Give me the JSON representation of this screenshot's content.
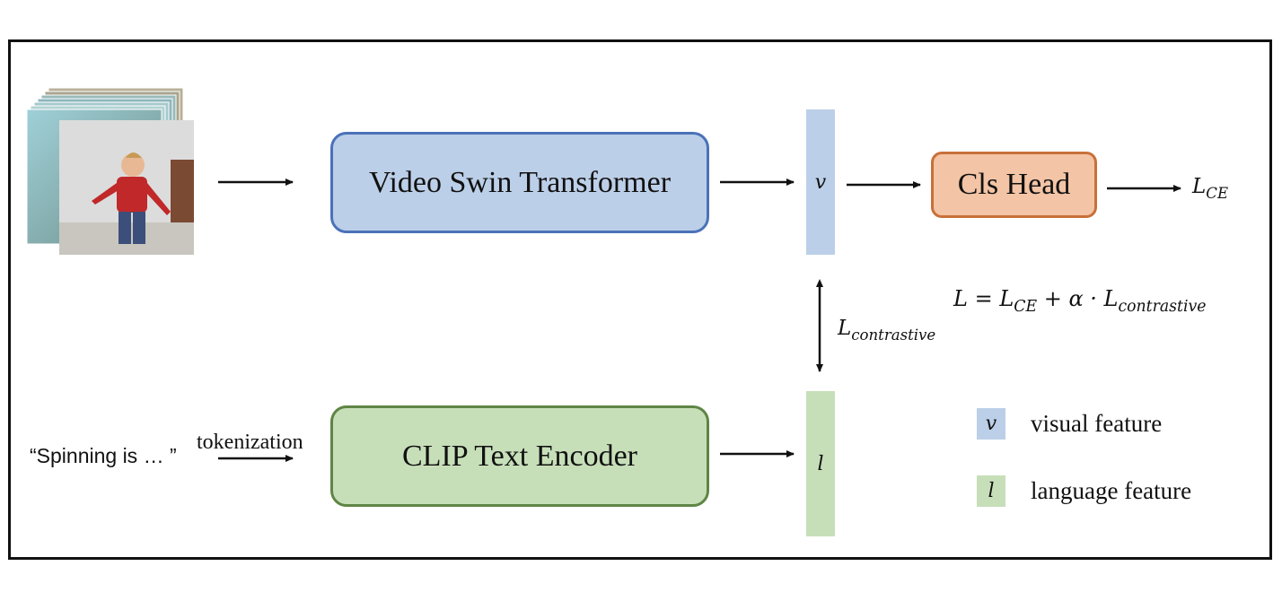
{
  "diagram": {
    "video_encoder_label": "Video Swin Transformer",
    "text_encoder_label": "CLIP Text Encoder",
    "cls_head_label": "Cls Head",
    "visual_feature_symbol": "v",
    "language_feature_symbol": "l",
    "input_text": "“Spinning is … ”",
    "tokenization_label": "tokenization",
    "loss_ce": {
      "main": "L",
      "sub": "CE"
    },
    "loss_contrastive": {
      "main": "L",
      "sub": "contrastive"
    },
    "total_loss": {
      "lhs": "L = ",
      "ce_main": "L",
      "ce_sub": "CE",
      "op": " + α · ",
      "con_main": "L",
      "con_sub": "contrastive"
    }
  },
  "legend": {
    "items": [
      {
        "symbol": "v",
        "label": "visual feature",
        "color": "#bccfe8"
      },
      {
        "symbol": "l",
        "label": "language feature",
        "color": "#c7dfb9"
      }
    ]
  },
  "colors": {
    "video_box_fill": "#bccfe8",
    "video_box_border": "#4a72b8",
    "text_box_fill": "#c7dfb9",
    "text_box_border": "#5f8545",
    "cls_box_fill": "#f3c4a5",
    "cls_box_border": "#c8703a"
  }
}
